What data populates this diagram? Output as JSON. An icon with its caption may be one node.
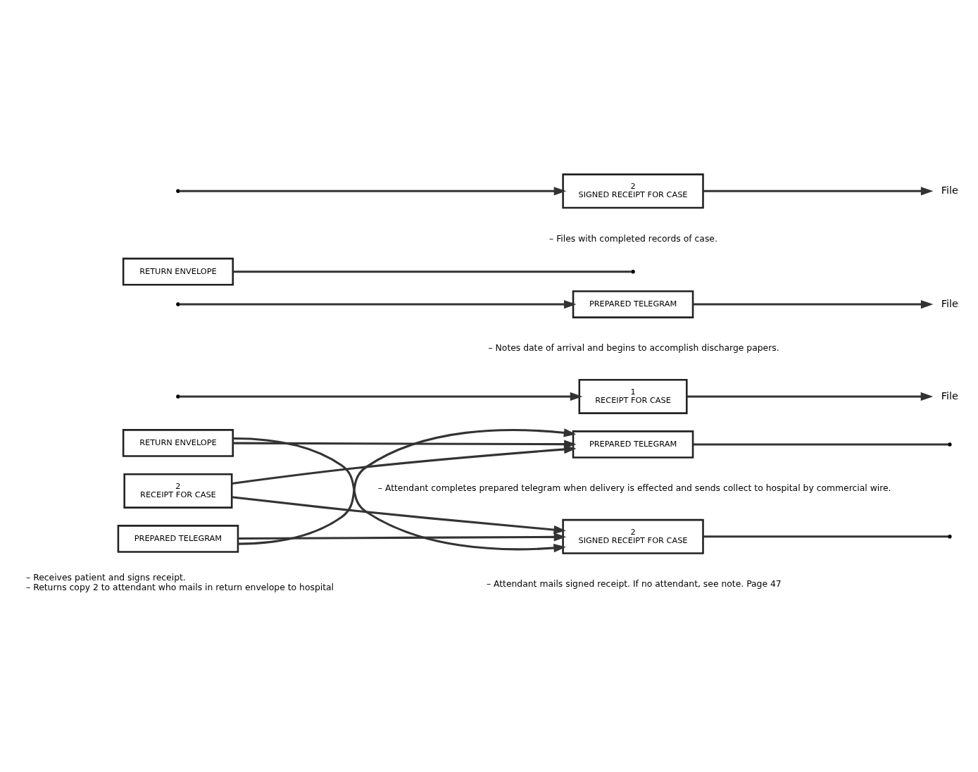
{
  "diagram": {
    "nodes": [
      {
        "text": [
          "RETURN ENVELOPE"
        ]
      },
      {
        "text": [
          "1",
          "RECEIPT FOR CASE"
        ]
      },
      {
        "text": [
          "2",
          "RECEIPT FOR CASE"
        ]
      },
      {
        "text": [
          "PREPARED TELEGRAM"
        ],
        "beside": [
          "– Receives patient and signs receipt.",
          "– Returns copy 2 to attendant who mails in return envelope to hospital"
        ]
      },
      {
        "text": [
          "File"
        ]
      },
      {
        "text": [
          "PREPARED TELEGRAM"
        ],
        "beside": [
          "– Attendant completes prepared telegram when delivery is effected and sends collect to hospital by commercial wire."
        ]
      },
      {
        "text": [
          "PREPARED TELEGRAM"
        ],
        "beside": [
          "– Notes date of arrival and begins to accomplish discharge papers."
        ]
      },
      {
        "text": [
          "File"
        ]
      },
      {
        "text": [
          "RETURN ENVELOPE"
        ]
      },
      {
        "text": [
          "2",
          "SIGNED RECEIPT FOR CASE"
        ],
        "beside": [
          "– Attendant mails signed receipt. If no attendant, see note. Page 47"
        ]
      },
      {
        "text": [
          "2",
          "SIGNED RECEIPT FOR CASE"
        ],
        "beside": [
          "– Files with completed records of case."
        ]
      },
      {
        "text": [
          "File"
        ]
      }
    ],
    "edges": [
      {
        "from": null,
        "to": 1,
        "arrow": "to"
      },
      {
        "from": 1,
        "to": 4,
        "arrow": "to"
      },
      {
        "from": 0,
        "to": 5,
        "arrow": "to"
      },
      {
        "from": 2,
        "to": 5,
        "arrow": "to"
      },
      {
        "from": 3,
        "to": 5,
        "arrow": "to"
      },
      {
        "from": 0,
        "to": 9,
        "arrow": "to"
      },
      {
        "from": 2,
        "to": 9,
        "arrow": "to"
      },
      {
        "from": 3,
        "to": 9,
        "arrow": "to"
      },
      {
        "from": 5,
        "to": null,
        "arrow": "none"
      },
      {
        "from": null,
        "to": 6,
        "arrow": "to"
      },
      {
        "from": 6,
        "to": 7,
        "arrow": "to"
      },
      {
        "from": 8,
        "to": null,
        "arrow": "none"
      },
      {
        "from": 9,
        "to": null,
        "arrow": "none"
      },
      {
        "from": null,
        "to": 10,
        "arrow": "to"
      },
      {
        "from": 10,
        "to": 11,
        "arrow": "to"
      }
    ]
  }
}
